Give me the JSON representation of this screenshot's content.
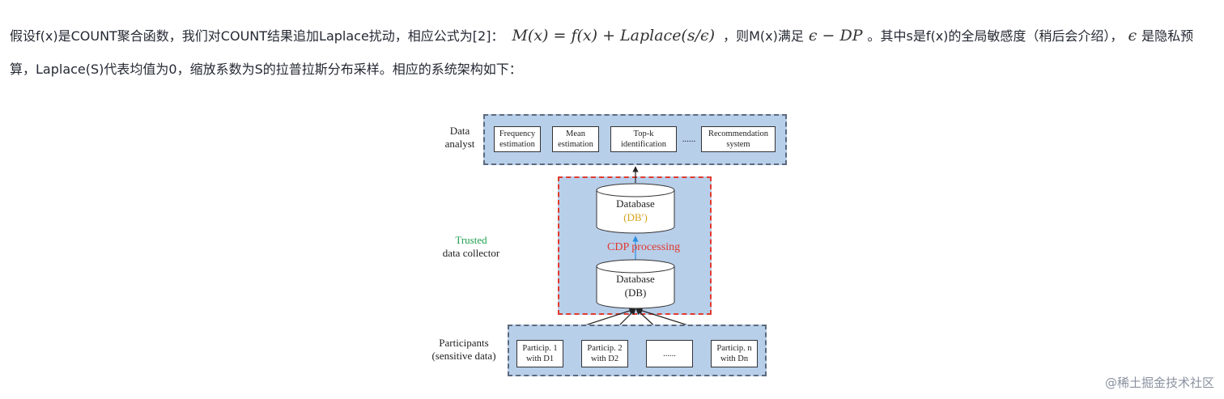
{
  "paragraph": {
    "t1": "假设f(x)是COUNT聚合函数，我们对COUNT结果追加Laplace扰动，相应公式为[2]：",
    "formula1": "M(x) = f(x) + Laplace(s/ϵ)",
    "t2": "，则M(x)满足",
    "formula2": "ϵ − DP",
    "t3": "。其中s是f(x)的全局敏感度（稍后会介绍），",
    "formula3": "ϵ",
    "t4": "是隐私预算，Laplace(S)代表均值为0，缩放系数为S的拉普拉斯分布采样。相应的系统架构如下："
  },
  "diagram": {
    "analyst_label_1": "Data",
    "analyst_label_2": "analyst",
    "tasks": [
      {
        "line1": "Frequency",
        "line2": "estimation"
      },
      {
        "line1": "Mean",
        "line2": "estimation"
      },
      {
        "line1": "Top-k",
        "line2": "identification"
      },
      {
        "line1": "Recommendation",
        "line2": "system"
      }
    ],
    "tasks_ellipsis": "......",
    "collector_label_1": "Trusted",
    "collector_label_2": "data collector",
    "db_top_line1": "Database",
    "db_top_line2": "(DB′)",
    "processing_label_1": "CDP",
    "processing_label_2": "processing",
    "db_bottom_line1": "Database",
    "db_bottom_line2": "(DB)",
    "participants_label_1": "Participants",
    "participants_label_2": "(sensitive data)",
    "participants": [
      {
        "line1": "Particip. 1",
        "line2": "with D1"
      },
      {
        "line1": "Particip. 2",
        "line2": "with D2"
      },
      {
        "line1": "......",
        "line2": ""
      },
      {
        "line1": "Particip. n",
        "line2": "with Dn"
      }
    ]
  },
  "watermark": "@稀土掘金技术社区",
  "colors": {
    "panel": "#b8cfea",
    "trusted_green": "#1f9e4b",
    "cdp_red": "#e03a2e",
    "db_gold": "#d7a21a"
  }
}
